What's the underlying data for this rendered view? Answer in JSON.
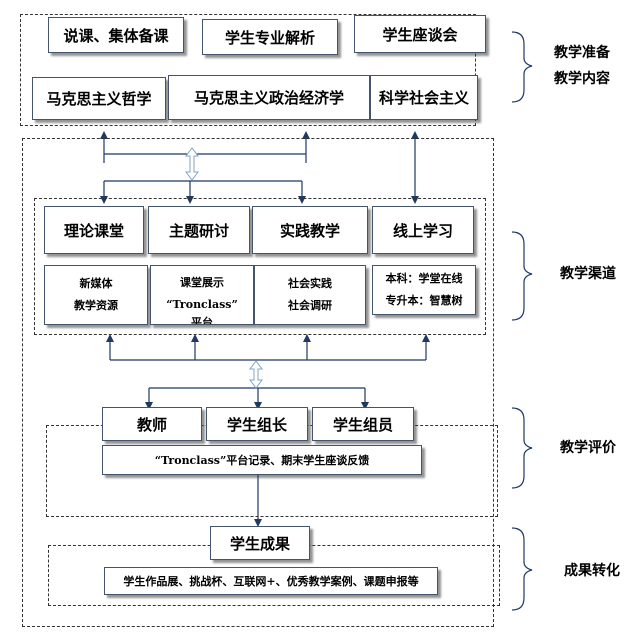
{
  "prep": {
    "row1": [
      "说课、集体备课",
      "学生专业解析",
      "学生座谈会"
    ],
    "row2": [
      "马克思主义哲学",
      "马克思主义政治经济学",
      "科学社会主义"
    ],
    "side": [
      "教学准备",
      "教学内容"
    ]
  },
  "channels": {
    "items": [
      "理论课堂",
      "主题研讨",
      "实践教学",
      "线上学习"
    ],
    "subs": [
      [
        "新媒体",
        "教学资源"
      ],
      [
        "课堂展示",
        "“Tronclass”",
        "平台"
      ],
      [
        "社会实践",
        "社会调研"
      ],
      [
        "本科：学堂在线",
        "专升本：智慧树"
      ]
    ],
    "side": "教学渠道"
  },
  "evaluation": {
    "items": [
      "教师",
      "学生组长",
      "学生组员"
    ],
    "note": "“Tronclass”平台记录、期末学生座谈反馈",
    "side": "教学评价"
  },
  "results": {
    "title": "学生成果",
    "note": "学生作品展、挑战杯、互联网+、优秀教学案例、课题申报等",
    "side": "成果转化"
  }
}
